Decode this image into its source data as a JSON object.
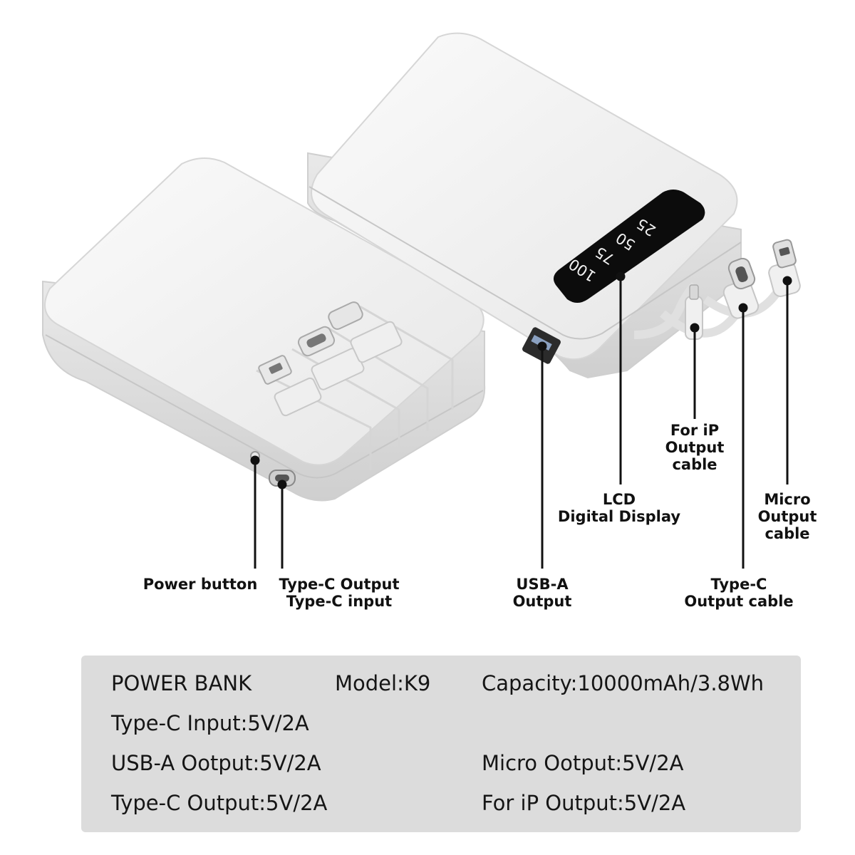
{
  "labels": {
    "power_button": "Power button",
    "typec_port": [
      "Type-C Output",
      "Type-C input"
    ],
    "usb_a": [
      "USB-A",
      "Output"
    ],
    "lcd": [
      "LCD",
      "Digital Display"
    ],
    "for_ip": [
      "For iP",
      "Output",
      "cable"
    ],
    "micro": [
      "Micro",
      "Output",
      "cable"
    ],
    "typec_cable": [
      "Type-C",
      "Output cable"
    ]
  },
  "lcd_digits": [
    "25",
    "50",
    "75",
    "100"
  ],
  "specs": {
    "product": "POWER BANK",
    "model": "Model:K9",
    "capacity": "Capacity:10000mAh/3.8Wh",
    "typec_input": "Type-C Input:5V/2A",
    "usba_output": "USB-A Ootput:5V/2A",
    "micro_output": "Micro Ootput:5V/2A",
    "typec_output": "Type-C Output:5V/2A",
    "ip_output": "For iP Output:5V/2A"
  },
  "colors": {
    "device_body": "#f4f4f4",
    "device_edge": "#d2d2d2",
    "lcd_screen": "#0c0c0c",
    "spec_panel": "#dcdcdc"
  }
}
